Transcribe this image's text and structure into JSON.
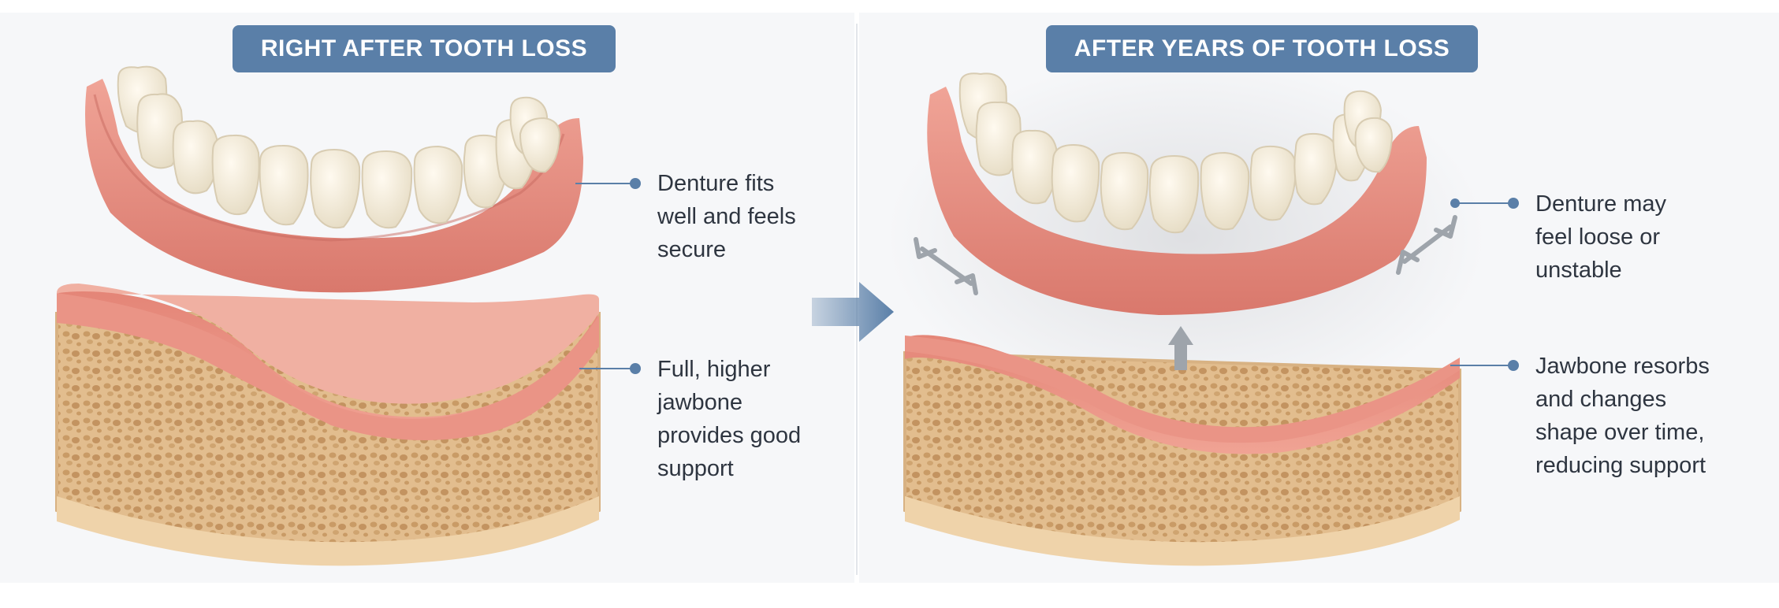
{
  "left_panel": {
    "header": "RIGHT AFTER TOOTH LOSS",
    "denture_label": "Denture fits\nwell and feels\nsecure",
    "jawbone_label": "Full, higher\njawbone\nprovides good\nsupport"
  },
  "right_panel": {
    "header": "AFTER YEARS OF TOOTH LOSS",
    "denture_label": "Denture may\nfeel loose or\nunstable",
    "jawbone_label": "Jawbone resorbs\nand changes\nshape over time,\nreducing support"
  },
  "colors": {
    "header_bg": "#5a7fa8",
    "gum": "#e88a7e",
    "bone": "#e8c79a",
    "tooth": "#f1ead8",
    "arrow": "#5a7fa8"
  }
}
